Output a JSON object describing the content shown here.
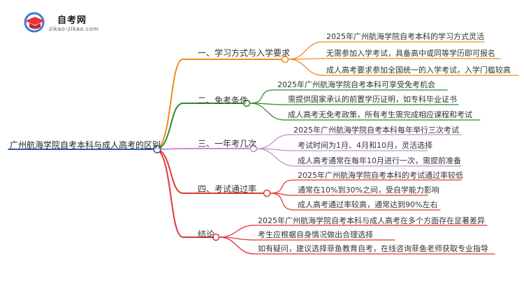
{
  "logo": {
    "title": "自考网",
    "subtitle": "zikao-zikao.com"
  },
  "root": {
    "label": "广州航海学院自考本科与成人高考的区别"
  },
  "colors": {
    "root": "#2f5aa8",
    "branches": [
      "#f08c1c",
      "#2e8b2e",
      "#c78fd0",
      "#e23a2e",
      "#e2343a"
    ]
  },
  "branches": [
    {
      "label": "一、学习方式与入学要求",
      "leaves": [
        "2025年广州航海学院自考本科的学习方式灵活",
        "无需参加入学考试，具备高中或同等学历即可报名",
        "成人高考要求参加全国统一的入学考试，入学门槛较高"
      ]
    },
    {
      "label": "二、免考条件",
      "leaves": [
        "2025年广州航海学院自考本科可享受免考机会",
        "需提供国家承认的前置学历证明，如专科毕业证书",
        "成人高考无免考政策，所有考生需完成相应课程和考试"
      ]
    },
    {
      "label": "三、一年考几次",
      "leaves": [
        "2025年广州航海学院自考本科每年举行三次考试",
        "考试时间为1月、4月和10月，灵活选择",
        "成人高考通常在每年10月进行一次，需提前准备"
      ]
    },
    {
      "label": "四、考试通过率",
      "leaves": [
        "2025年广州航海学院自考本科的考试通过率较低",
        "通常在10%到30%之间，受自学能力影响",
        "成人高考通过率较高，通常达到90%左右"
      ]
    },
    {
      "label": "结论",
      "leaves": [
        "2025年广州航海学院自考本科与成人高考在多个方面存在显著差异",
        "考生应根据自身情况做出合理选择",
        "如有疑问，建议选择菲鱼教育自考，在线咨询菲鱼老师获取专业指导"
      ]
    }
  ]
}
